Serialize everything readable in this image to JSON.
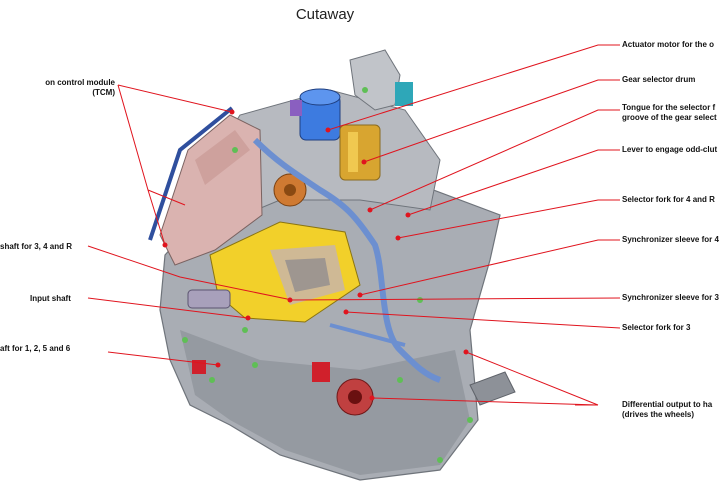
{
  "title": "Cutaway",
  "colors": {
    "leader": "#e0141e",
    "housing": "#a9adb4",
    "housing_dark": "#7d828a",
    "gear_yellow": "#f2d02a",
    "pipe_blue": "#6c8fd0",
    "tcm_pink": "#dab3b0",
    "motor_blue": "#3d7be0",
    "accent_red": "#d0202b"
  },
  "labels_left": [
    {
      "id": "tcm",
      "lines": [
        "on control module",
        "(TCM)"
      ]
    },
    {
      "id": "shaft-34r",
      "lines": [
        "shaft for 3, 4 and R"
      ]
    },
    {
      "id": "input-shaft",
      "lines": [
        "Input shaft"
      ]
    },
    {
      "id": "shaft-1256",
      "lines": [
        "aft for 1, 2, 5 and 6"
      ]
    }
  ],
  "labels_right": [
    {
      "id": "actuator-motor",
      "lines": [
        "Actuator motor for the o"
      ]
    },
    {
      "id": "gear-selector-drum",
      "lines": [
        "Gear selector drum"
      ]
    },
    {
      "id": "tongue",
      "lines": [
        "Tongue for the selector f",
        "groove of the gear select"
      ]
    },
    {
      "id": "lever",
      "lines": [
        "Lever to engage odd-clut"
      ]
    },
    {
      "id": "fork-4r",
      "lines": [
        "Selector fork for 4 and R"
      ]
    },
    {
      "id": "sync-4",
      "lines": [
        "Synchronizer sleeve for 4"
      ]
    },
    {
      "id": "sync-3",
      "lines": [
        "Synchronizer sleeve for 3"
      ]
    },
    {
      "id": "fork-3",
      "lines": [
        "Selector fork for 3"
      ]
    },
    {
      "id": "diff-output",
      "lines": [
        "Differential output to ha",
        "(drives the wheels)"
      ]
    }
  ]
}
